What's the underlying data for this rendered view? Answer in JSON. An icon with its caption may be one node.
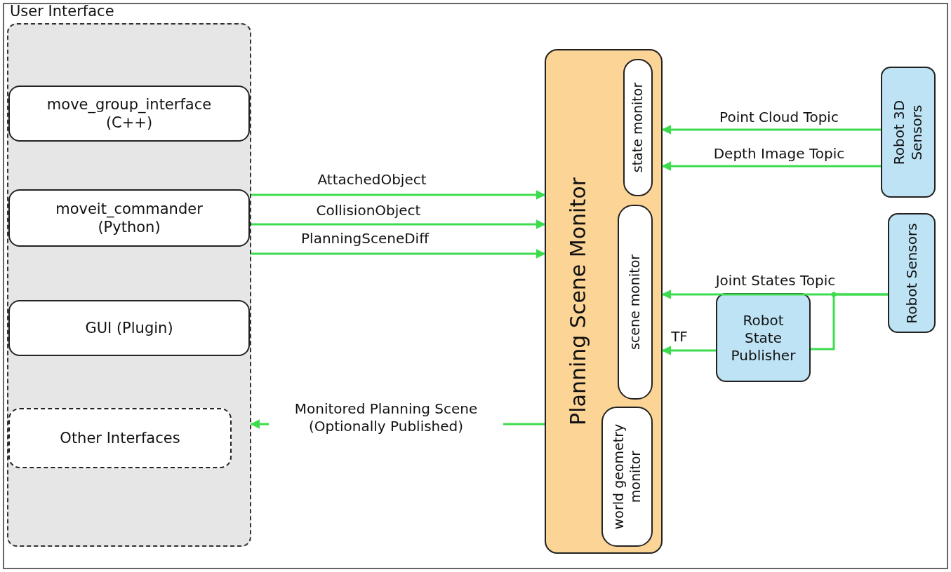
{
  "diagram": {
    "nodes": [
      {
        "text": [
          "User Interface"
        ]
      },
      {
        "text": [
          "move_group_interface (C++)"
        ],
        "in": 0
      },
      {
        "text": [
          "moveit_commander (Python)"
        ],
        "in": 0
      },
      {
        "text": [
          "GUI (Plugin)"
        ],
        "in": 0
      },
      {
        "text": [
          "Other Interfaces"
        ],
        "in": 0
      },
      {
        "text": [
          "Planning Scene Monitor"
        ]
      },
      {
        "text": [
          "state monitor"
        ],
        "in": 5
      },
      {
        "text": [
          "scene monitor"
        ],
        "in": 5
      },
      {
        "text": [
          "world geometry monitor"
        ],
        "in": 5
      },
      {
        "text": [
          "Robot 3D Sensors"
        ]
      },
      {
        "text": [
          "Robot Sensors"
        ]
      },
      {
        "text": [
          "Robot State Publisher"
        ]
      }
    ],
    "edges": [
      {
        "from": 0,
        "to": 5,
        "arrow": "to",
        "label": "AttachedObject"
      },
      {
        "from": 0,
        "to": 5,
        "arrow": "to",
        "label": "CollisionObject"
      },
      {
        "from": 0,
        "to": 5,
        "arrow": "to",
        "label": "PlanningSceneDiff"
      },
      {
        "from": 5,
        "to": 0,
        "arrow": "to",
        "label": "Monitored Planning Scene (Optionally Published)"
      },
      {
        "from": 9,
        "to": 5,
        "arrow": "to",
        "label": "Point Cloud Topic"
      },
      {
        "from": 9,
        "to": 5,
        "arrow": "to",
        "label": "Depth Image Topic"
      },
      {
        "from": 10,
        "to": 5,
        "arrow": "to",
        "label": "Joint States Topic"
      },
      {
        "from": 10,
        "to": 11,
        "arrow": "none"
      },
      {
        "from": 11,
        "to": 5,
        "arrow": "to",
        "label": "TF"
      }
    ]
  }
}
